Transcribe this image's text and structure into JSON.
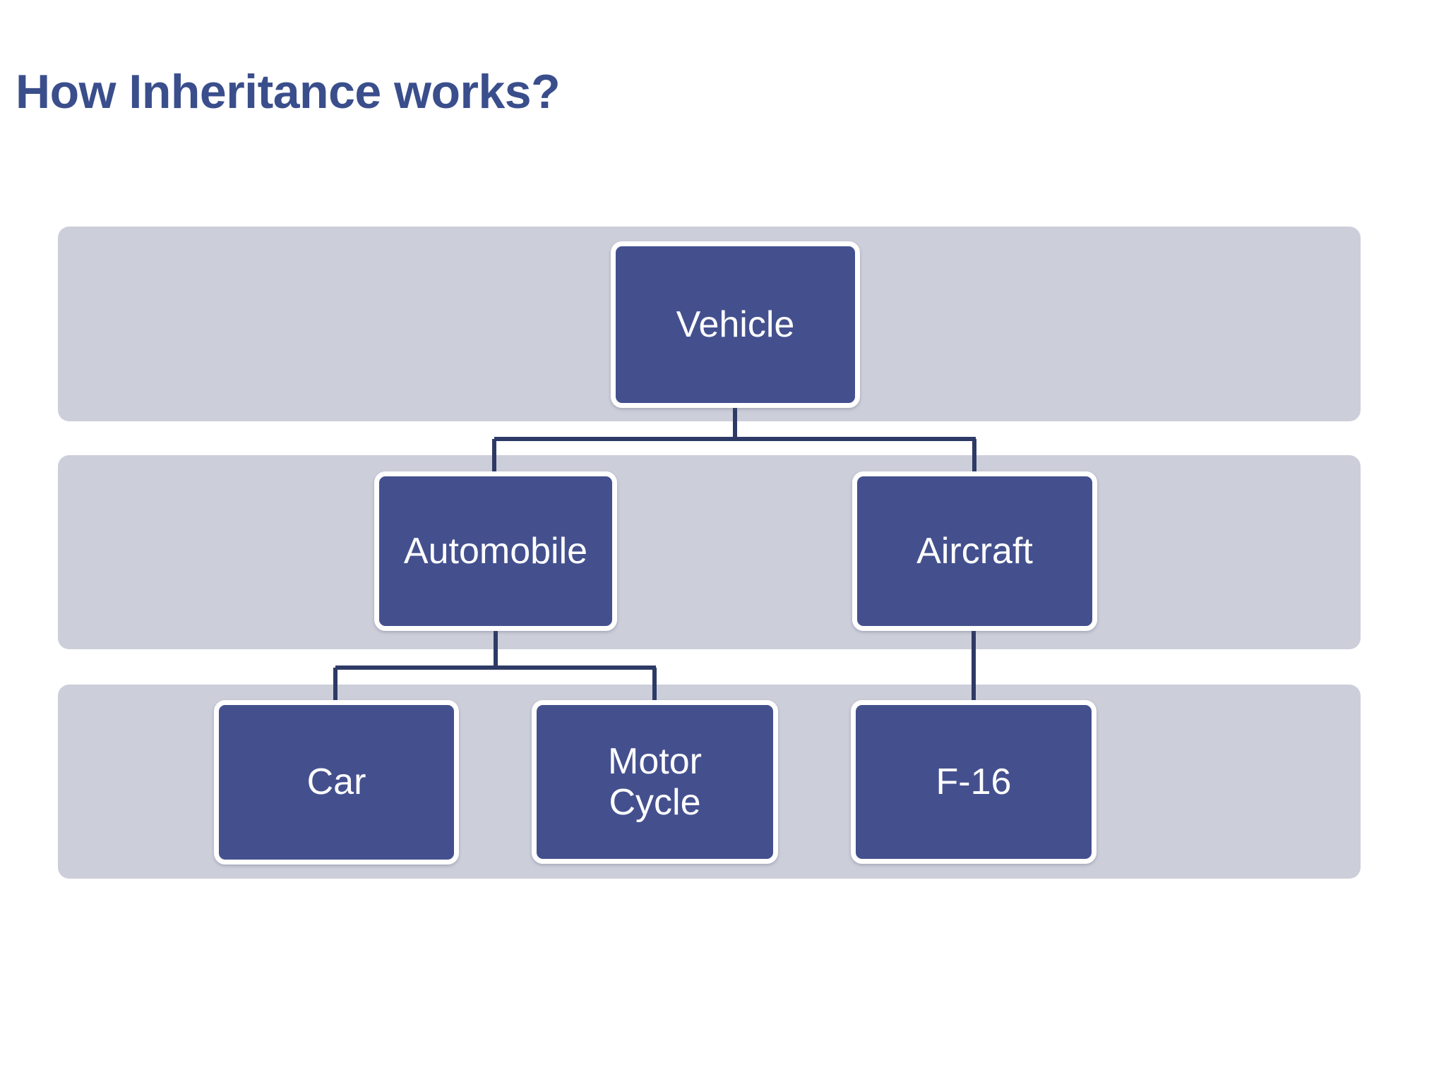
{
  "slide": {
    "title": "How Inheritance works?",
    "title_color": "#3A4E8C",
    "background_color": "#FFFFFF"
  },
  "diagram": {
    "type": "hierarchy-tree",
    "node_fill_color": "#44508E",
    "node_border_color": "#FFFFFF",
    "node_text_color": "#FFFFFF",
    "band_color": "#CCCEDA",
    "connector_color": "#2E3A66",
    "levels": [
      {
        "index": 1,
        "label": "level-1-band",
        "nodes": [
          {
            "id": "vehicle",
            "label": "Vehicle"
          }
        ]
      },
      {
        "index": 2,
        "label": "level-2-band",
        "nodes": [
          {
            "id": "automobile",
            "label": "Automobile"
          },
          {
            "id": "aircraft",
            "label": "Aircraft"
          }
        ]
      },
      {
        "index": 3,
        "label": "level-3-band",
        "nodes": [
          {
            "id": "car",
            "label": "Car"
          },
          {
            "id": "motorcycle",
            "label": "Motor Cycle",
            "line1": "Motor",
            "line2": "Cycle"
          },
          {
            "id": "f16",
            "label": "F-16"
          }
        ]
      }
    ],
    "edges": [
      {
        "from": "vehicle",
        "to": "automobile"
      },
      {
        "from": "vehicle",
        "to": "aircraft"
      },
      {
        "from": "automobile",
        "to": "car"
      },
      {
        "from": "automobile",
        "to": "motorcycle"
      },
      {
        "from": "aircraft",
        "to": "f16"
      }
    ]
  }
}
